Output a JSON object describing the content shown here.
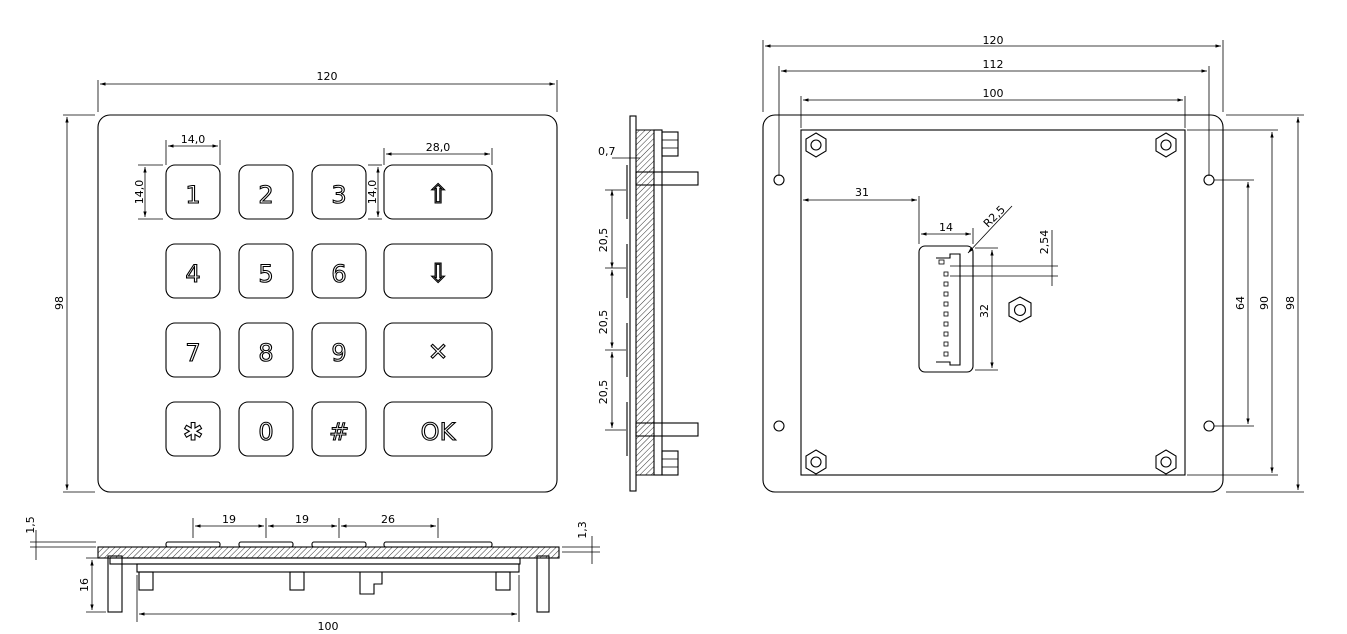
{
  "front_view": {
    "dims": {
      "width": "120",
      "height": "98",
      "key_w": "14,0",
      "key_h": "14,0",
      "wide_key_w": "28,0",
      "wide_key_h": "14,0"
    },
    "keys": [
      {
        "label": "1"
      },
      {
        "label": "2"
      },
      {
        "label": "3"
      },
      {
        "label": "⇧"
      },
      {
        "label": "4"
      },
      {
        "label": "5"
      },
      {
        "label": "6"
      },
      {
        "label": "⇩"
      },
      {
        "label": "7"
      },
      {
        "label": "8"
      },
      {
        "label": "9"
      },
      {
        "label": "✕"
      },
      {
        "label": "✱"
      },
      {
        "label": "0"
      },
      {
        "label": "#"
      },
      {
        "label": "OK"
      }
    ]
  },
  "side_view": {
    "dims": {
      "thickness": "0,7",
      "pitch_1": "20,5",
      "pitch_2": "20,5",
      "pitch_3": "20,5"
    }
  },
  "bottom_view": {
    "dims": {
      "top_thickness": "1,5",
      "right_thickness": "1,3",
      "depth": "16",
      "pitch_a": "19",
      "pitch_b": "19",
      "pitch_c": "26",
      "base_width": "100"
    }
  },
  "rear_view": {
    "dims": {
      "outer_width": "120",
      "hole_span": "112",
      "plate_width": "100",
      "conn_offset": "31",
      "conn_width": "14",
      "radius": "R2,5",
      "pin_pitch": "2,54",
      "conn_height": "32",
      "hole_v_span": "64",
      "plate_height": "90",
      "outer_height": "98"
    }
  }
}
